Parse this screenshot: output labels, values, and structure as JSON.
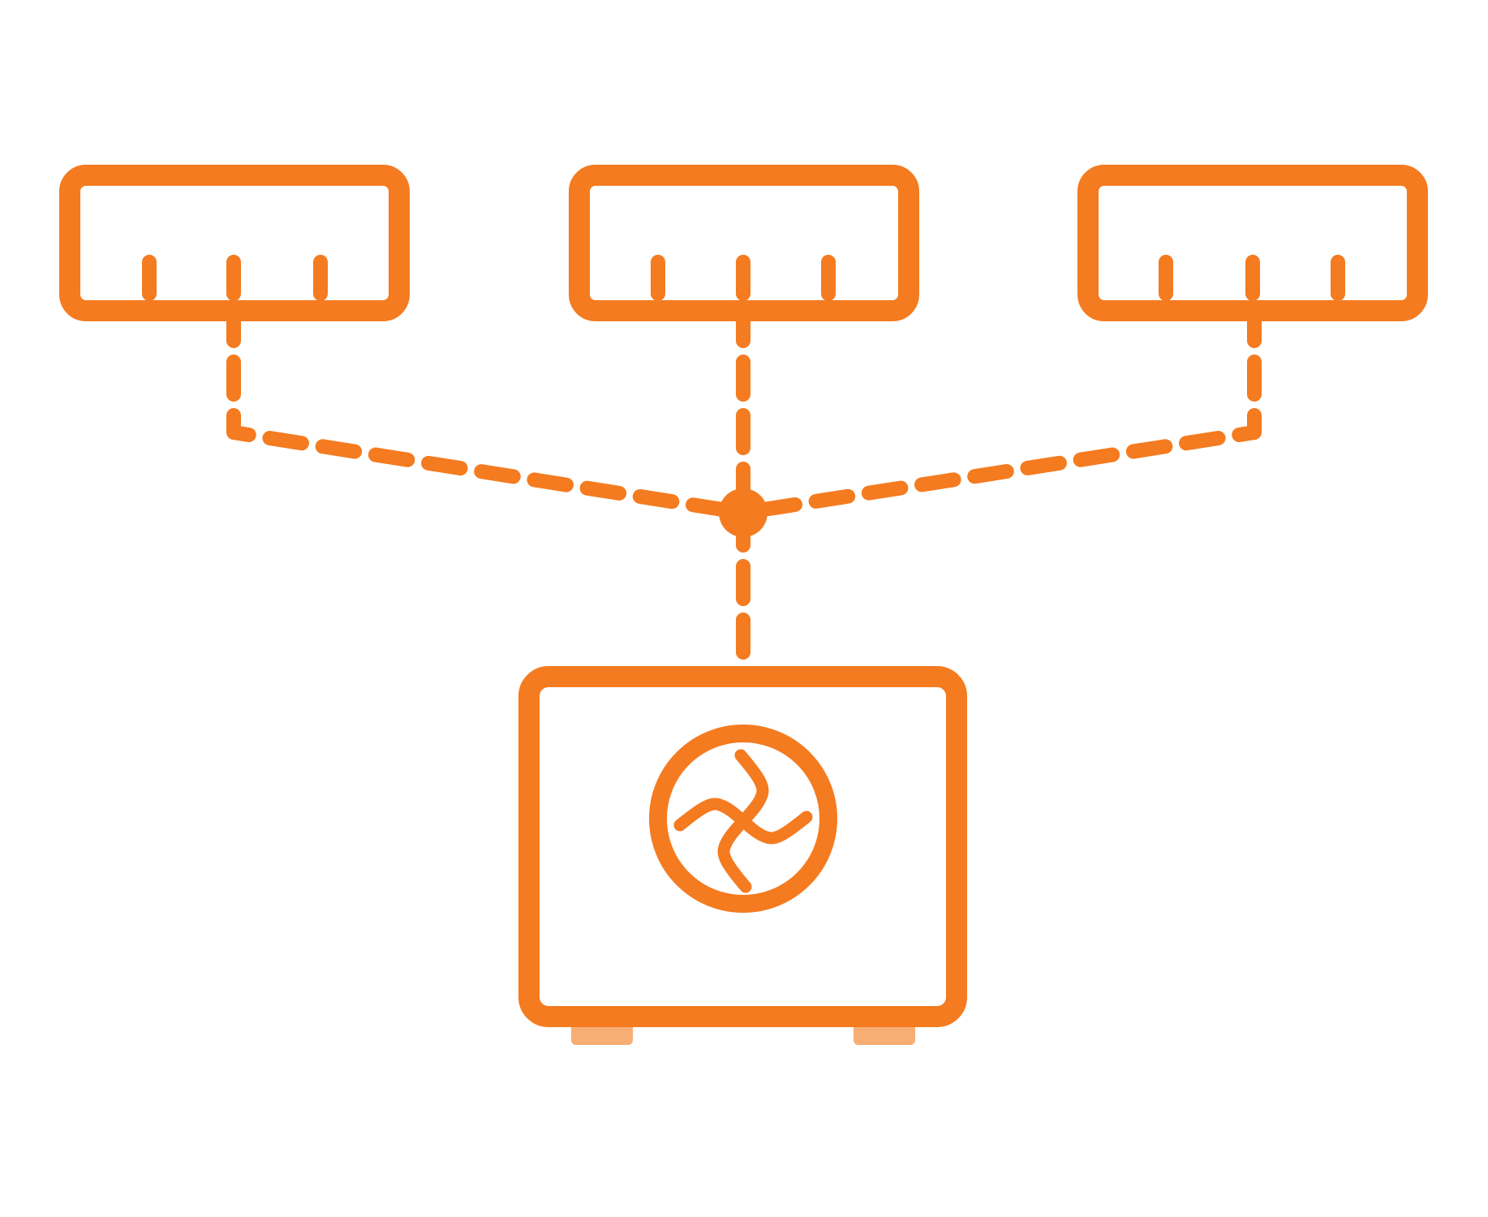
{
  "diagram": {
    "icon_name": "multi-split-air-conditioner-icon",
    "colors": {
      "stroke": "#F47B20",
      "feet": "#F7AE74",
      "background": "#FFFFFF"
    },
    "indoor_units": [
      {
        "name": "indoor-unit-left",
        "icon": "wall-mounted-indoor-unit-icon"
      },
      {
        "name": "indoor-unit-center",
        "icon": "wall-mounted-indoor-unit-icon"
      },
      {
        "name": "indoor-unit-right",
        "icon": "wall-mounted-indoor-unit-icon"
      }
    ],
    "junction": {
      "name": "refrigerant-junction",
      "icon": "junction-dot-icon"
    },
    "outdoor_unit": {
      "name": "outdoor-unit",
      "icon": "fan-icon"
    },
    "connections": [
      {
        "from": "indoor-unit-left",
        "to": "refrigerant-junction",
        "style": "dashed"
      },
      {
        "from": "indoor-unit-center",
        "to": "refrigerant-junction",
        "style": "dashed"
      },
      {
        "from": "indoor-unit-right",
        "to": "refrigerant-junction",
        "style": "dashed"
      },
      {
        "from": "refrigerant-junction",
        "to": "outdoor-unit",
        "style": "dashed"
      }
    ]
  }
}
